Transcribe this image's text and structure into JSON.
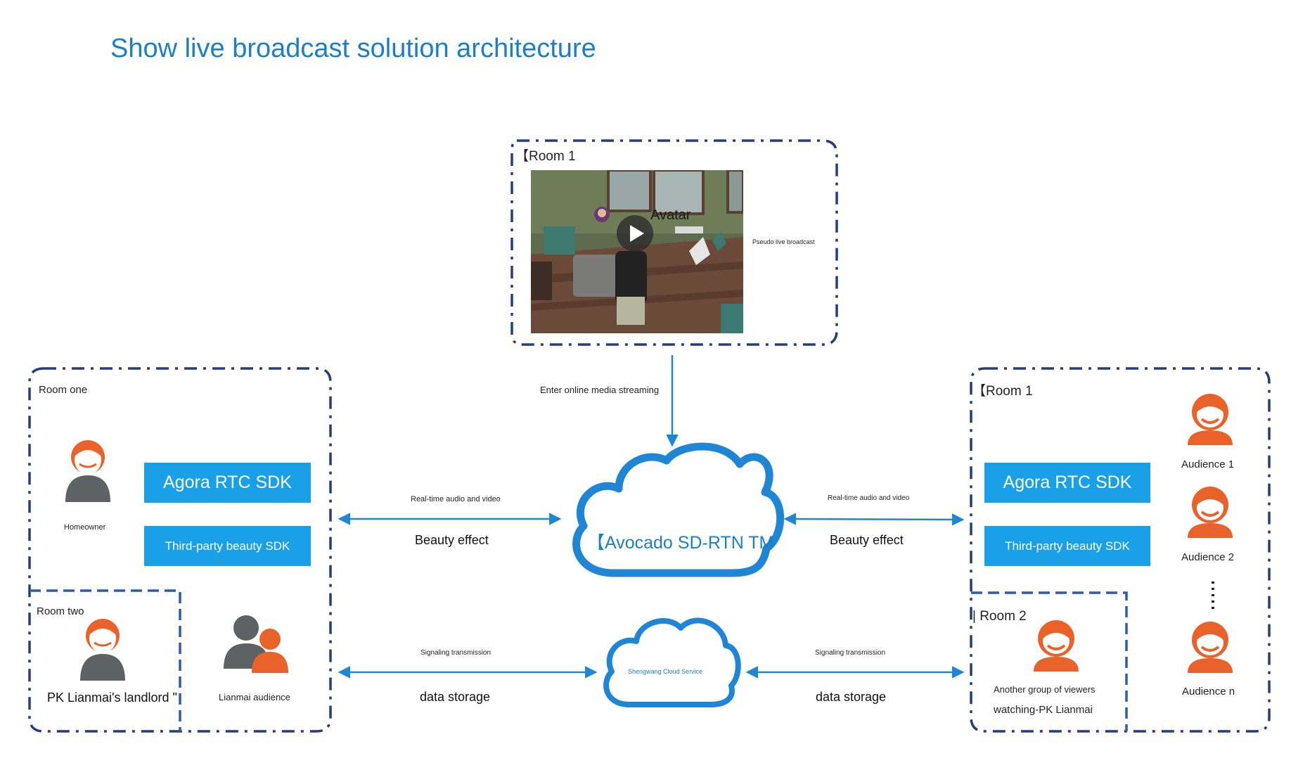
{
  "title": "Show live broadcast solution architecture",
  "top_room": {
    "label": "【Room 1",
    "video_caption": "Avatar",
    "side_note": "Pseudo live broadcast"
  },
  "stream_label": "Enter online media streaming",
  "left_panel": {
    "room_label": "Room one",
    "homeowner_label": "Homeowner",
    "agora_sdk": "Agora RTC SDK",
    "beauty_sdk": "Third-party beauty SDK",
    "sub_room_label": "Room two",
    "pk_landlord_label": "PK Lianmai's landlord \"",
    "lianmai_audience_label": "Lianmai audience"
  },
  "center": {
    "rtn_cloud_label": "【Avocado SD-RTN TM",
    "service_cloud_label": "Shengwang Cloud Service",
    "left_rt_label": "Real-time audio and video",
    "left_beauty_label": "Beauty effect",
    "right_rt_label": "Real-time audio and video",
    "right_beauty_label": "Beauty effect",
    "left_signal_label": "Signaling transmission",
    "left_storage_label": "data storage",
    "right_signal_label": "Signaling transmission",
    "right_storage_label": "data storage"
  },
  "right_panel": {
    "room_label": "【Room 1",
    "agora_sdk": "Agora RTC SDK",
    "beauty_sdk": "Third-party beauty SDK",
    "audience_1": "Audience 1",
    "audience_2": "Audience 2",
    "audience_n": "Audience n",
    "sub_room_label": "| Room 2",
    "viewers_line1": "Another group of viewers",
    "viewers_line2": "watching-PK Lianmai"
  },
  "colors": {
    "title": "#1a7fc4",
    "frame": "#233e7a",
    "sdk_fill": "#1aa0e6",
    "arrow": "#1e86d4",
    "cloud_stroke": "#1e86d4",
    "person_orange": "#e8622a",
    "person_gray": "#5d6264"
  }
}
